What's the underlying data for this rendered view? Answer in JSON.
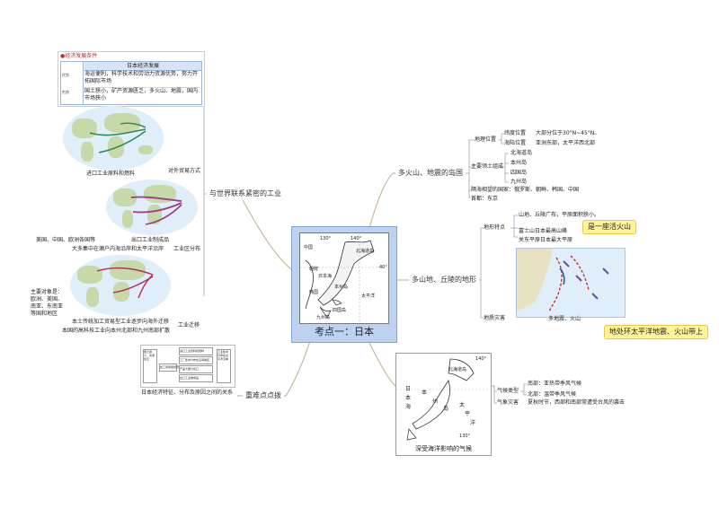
{
  "center": {
    "title": "考点一：日本"
  },
  "map_labels": [
    "中国",
    "朝鲜",
    "韩国",
    "四国岛",
    "九州岛",
    "本州岛",
    "北海道岛",
    "太平洋",
    "日本海",
    "140°",
    "130°",
    "40°"
  ],
  "branches": {
    "islands": "多火山、地震的岛国",
    "terrain": "多山地、丘陵的地形",
    "climate": "深受海洋影响的气候",
    "industry": "与世界联系紧密的工业",
    "key": "重难点点拨"
  },
  "islands": {
    "geo_pos": "地理位置",
    "lat_pos": "纬度位置",
    "lat_val": "大部分位于30°N~45°N。",
    "sea_pos": "海陆位置",
    "sea_val": "亚洲东部，太平洋西北部",
    "main_islands": "主要领土组成",
    "isl1": "北海道岛",
    "isl2": "本州岛",
    "isl3": "四国岛",
    "isl4": "九州岛",
    "neighbors": "隔海相望的国家：俄罗斯、朝鲜、韩国、中国",
    "capital": "首都：东京"
  },
  "terrain": {
    "features": "地形特点",
    "f1": "山地、丘陵广布，平原面积狭小。",
    "f2": "富士山日本最高山峰",
    "f3": "关东平原日本最大平原",
    "callout1": "是一座活火山",
    "hazard": "地质灾害",
    "hazard_val": "多地震、火山",
    "callout2": "地处环太平洋地震、火山带上"
  },
  "climate": {
    "type": "气候类型",
    "south": "南部：亚热带季风气候",
    "north": "北部：温带季风气候",
    "disaster": "气象灾害",
    "disaster_val": "夏秋时节，西部和南部常遭受台风的袭击",
    "map_labels": [
      "北海道岛",
      "本",
      "州",
      "岛",
      "日",
      "本",
      "海",
      "太",
      "平",
      "洋",
      "130°",
      "140°"
    ]
  },
  "industry": {
    "table_header": "日本经济发展",
    "cond_title": "经济发展条件",
    "row1_label": "优势",
    "row1_text": "海运便利，科学技术和劳动力资源优势，努力开拓国际市场",
    "row2_label": "劣势",
    "row2_text": "国土狭小，矿产资源匮乏，多火山、地震，国内市场狭小",
    "trade": "对外贸易方式",
    "trade_cap": "进口工业原料和燃料",
    "export_cap": "出口工业制成品",
    "partners": "美国、中国、欧洲各国等",
    "dist_cap": "大多集中在濑户内海沿岸和太平洋沿岸",
    "dist": "工业区分布",
    "targets": "主要对象是：欧洲、美国、南亚、东南亚等国和地区",
    "shift_cap": "本土传统加工贸易型工业逐步向海外迁移",
    "shift": "工业迁移",
    "hightech": "本国的高科技工业向本州北部和九州南部扩散"
  },
  "key": {
    "caption": "日本经济特征、分布及原因之间的关系",
    "boxes": [
      "国土狭小、资源贫乏",
      "进口工业原料和燃料",
      "工厂集中分布在沿海地区",
      "加工贸易型经济",
      "产品大部分出口",
      "出口工业制成品",
      "工业集中分布在太平洋沿岸"
    ]
  },
  "colors": {
    "center_bg": "#bcd2ee",
    "center_border": "#7fa3d4",
    "callout": "#fff49a",
    "trunk": "#c9b99c"
  }
}
